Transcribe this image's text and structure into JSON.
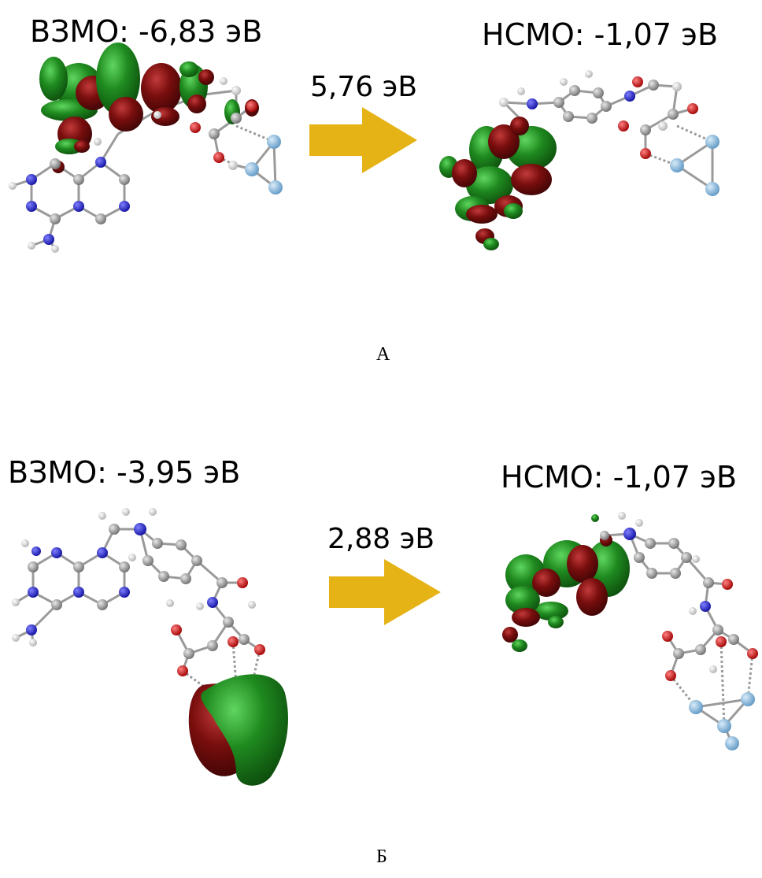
{
  "panels": [
    {
      "letter": "А",
      "homo": "ВЗМО: -6,83 эВ",
      "lumo": "НСМО: -1,07 эВ",
      "gap": "5,76 эВ"
    },
    {
      "letter": "Б",
      "homo": "ВЗМО: -3,95 эВ",
      "lumo": "НСМО: -1,07 эВ",
      "gap": "2,88 эВ"
    }
  ],
  "colors": {
    "arrow": "#E5B316",
    "orbital_green": "#1E7A1E",
    "orbital_red": "#7A0E0E",
    "carbon": "#8C8C8C",
    "nitrogen": "#1F1FCC",
    "oxygen": "#D01010",
    "hydrogen": "#E6E6E6",
    "metal": "#8EC3EA"
  }
}
